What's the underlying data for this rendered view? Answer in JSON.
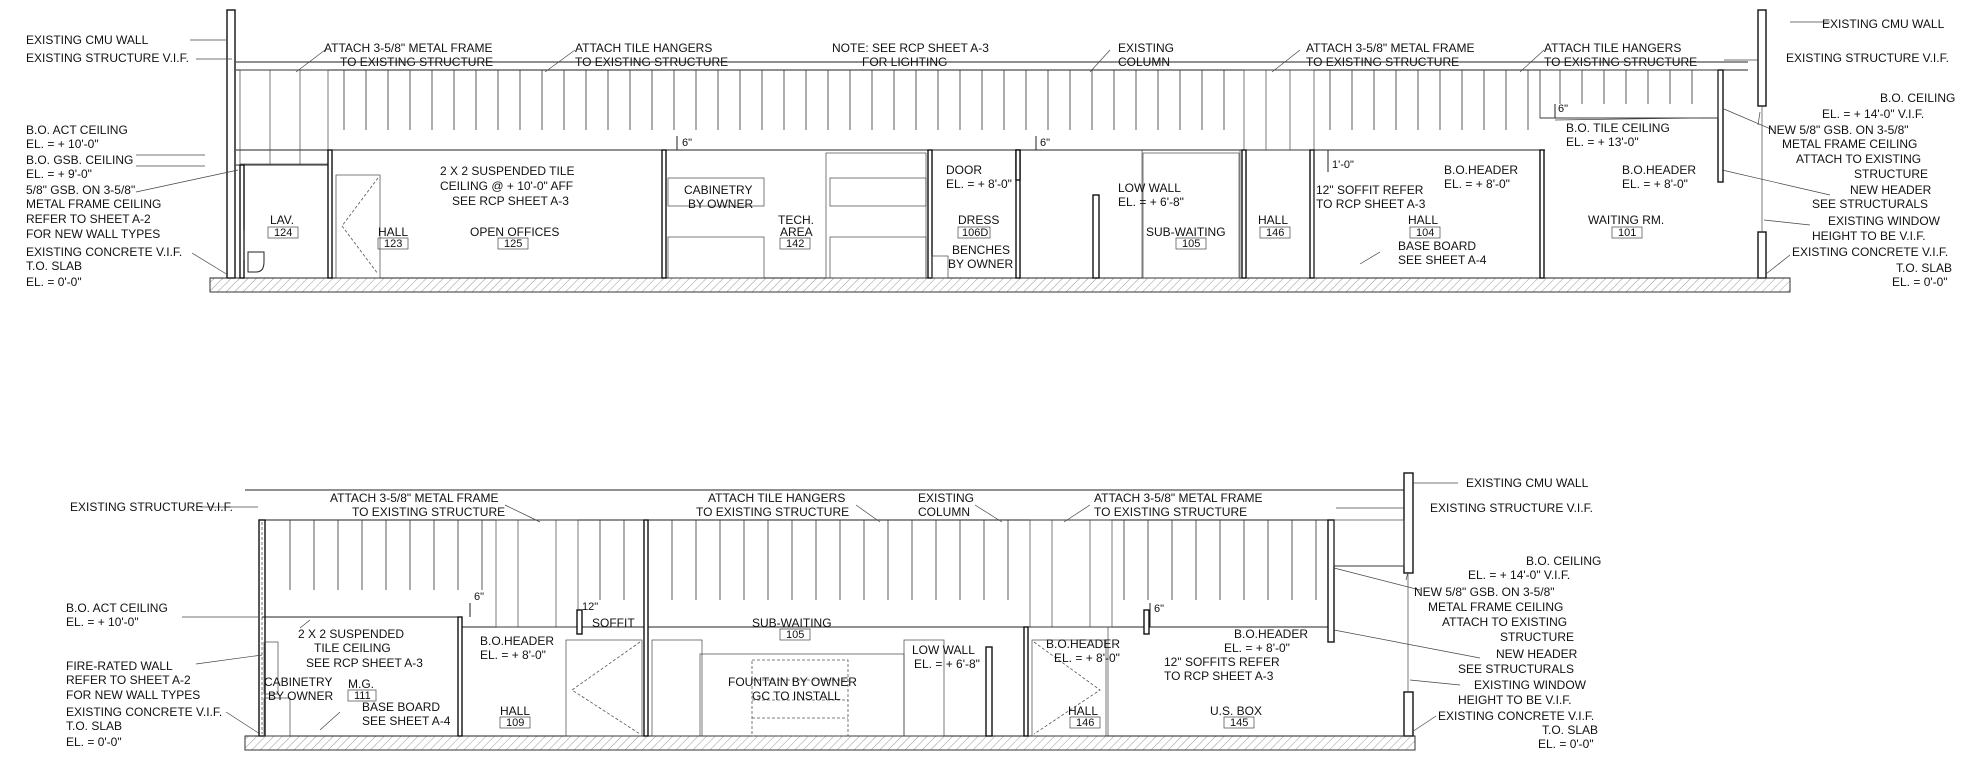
{
  "elevation_1": {
    "notes": {
      "cmu_wall_left": "EXISTING CMU WALL",
      "structure_left": "EXISTING STRUCTURE V.I.F.",
      "act_ceiling_1": "B.O. ACT CEILING",
      "act_ceiling_2": "EL. = + 10'-0\"",
      "gsb_ceiling_1": "B.O. GSB. CEILING",
      "gsb_ceiling_2": "EL. = + 9'-0\"",
      "gsb_ceiling_3": "5/8\" GSB. ON 3-5/8\"",
      "gsb_ceiling_4": "METAL FRAME CEILING",
      "gsb_ceiling_5": "REFER TO SHEET A-2",
      "gsb_ceiling_6": "FOR NEW WALL TYPES",
      "concrete_left": "EXISTING CONCRETE V.I.F.",
      "slab_left_1": "T.O. SLAB",
      "slab_left_2": "EL. = 0'-0\"",
      "attach_frame_a_1": "ATTACH 3-5/8\" METAL FRAME",
      "attach_frame_a_2": "TO EXISTING STRUCTURE",
      "attach_tile_a_1": "ATTACH TILE HANGERS",
      "attach_tile_a_2": "TO EXISTING STRUCTURE",
      "note_rcp_1": "NOTE: SEE RCP SHEET A-3",
      "note_rcp_2": "FOR LIGHTING",
      "column_1": "EXISTING",
      "column_2": "COLUMN",
      "attach_frame_b_1": "ATTACH 3-5/8\" METAL FRAME",
      "attach_frame_b_2": "TO EXISTING STRUCTURE",
      "attach_tile_b_1": "ATTACH TILE HANGERS",
      "attach_tile_b_2": "TO EXISTING STRUCTURE",
      "susp_1": "2 X 2 SUSPENDED TILE",
      "susp_2": "CEILING @ + 10'-0\" AFF",
      "susp_3": "SEE RCP SHEET A-3",
      "cabinetry_1": "CABINETRY",
      "cabinetry_2": "BY OWNER",
      "door_1": "DOOR",
      "door_2": "EL. = + 8'-0\"",
      "benches_1": "BENCHES",
      "benches_2": "BY OWNER",
      "low_wall_1": "LOW WALL",
      "low_wall_2": "EL. = + 6'-8\"",
      "soffit_1": "12\" SOFFIT REFER",
      "soffit_2": "TO RCP SHEET A-3",
      "header_a_1": "B.O.HEADER",
      "header_a_2": "EL. = + 8'-0\"",
      "tile_ceiling_1": "B.O. TILE CEILING",
      "tile_ceiling_2": "EL. = + 13'-0\"",
      "header_b_1": "B.O.HEADER",
      "header_b_2": "EL. = + 8'-0\"",
      "baseboard_1": "BASE BOARD",
      "baseboard_2": "SEE SHEET A-4",
      "cmu_wall_right": "EXISTING CMU WALL",
      "structure_right": "EXISTING STRUCTURE V.I.F.",
      "bo_ceiling_1": "B.O. CEILING",
      "bo_ceiling_2": "EL. = + 14'-0\" V.I.F.",
      "new_gsb_1": "NEW 5/8\" GSB. ON 3-5/8\"",
      "new_gsb_2": "METAL FRAME CEILING",
      "new_gsb_3": "ATTACH TO EXISTING",
      "new_gsb_4": "STRUCTURE",
      "new_header_1": "NEW HEADER",
      "new_header_2": "SEE STRUCTURALS",
      "window_1": "EXISTING WINDOW",
      "window_2": "HEIGHT TO BE V.I.F.",
      "concrete_right": "EXISTING CONCRETE V.I.F.",
      "slab_right_1": "T.O. SLAB",
      "slab_right_2": "EL. = 0'-0\"",
      "dim_6_a": "6\"",
      "dim_6_b": "6\"",
      "dim_1_0": "1'-0\"",
      "dim_6_c": "6\""
    },
    "rooms": [
      {
        "name": "LAV.",
        "number": "124"
      },
      {
        "name": "HALL",
        "number": "123"
      },
      {
        "name": "OPEN OFFICES",
        "number": "125"
      },
      {
        "name": "TECH.",
        "name2": "AREA",
        "number": "142"
      },
      {
        "name": "DRESS",
        "number": "106D"
      },
      {
        "name": "SUB-WAITING",
        "number": "105"
      },
      {
        "name": "HALL",
        "number": "146"
      },
      {
        "name": "HALL",
        "number": "104"
      },
      {
        "name": "WAITING RM.",
        "number": "101"
      }
    ]
  },
  "elevation_2": {
    "notes": {
      "structure_left": "EXISTING STRUCTURE V.I.F.",
      "act_ceiling_1": "B.O. ACT CEILING",
      "act_ceiling_2": "EL. = + 10'-0\"",
      "fire_1": "FIRE-RATED WALL",
      "fire_2": "REFER TO SHEET A-2",
      "fire_3": "FOR NEW WALL TYPES",
      "concrete_left": "EXISTING CONCRETE V.I.F.",
      "slab_left_1": "T.O. SLAB",
      "slab_left_2": "EL. = 0'-0\"",
      "attach_frame_a_1": "ATTACH 3-5/8\" METAL FRAME",
      "attach_frame_a_2": "TO EXISTING STRUCTURE",
      "attach_tile_1": "ATTACH TILE HANGERS",
      "attach_tile_2": "TO EXISTING STRUCTURE",
      "column_1": "EXISTING",
      "column_2": "COLUMN",
      "attach_frame_b_1": "ATTACH 3-5/8\" METAL FRAME",
      "attach_frame_b_2": "TO EXISTING STRUCTURE",
      "susp_1": "2 X 2 SUSPENDED",
      "susp_2": "TILE CEILING",
      "susp_3": "SEE RCP SHEET A-3",
      "cabinetry_1": "CABINETRY",
      "cabinetry_2": "BY OWNER",
      "baseboard_1": "BASE BOARD",
      "baseboard_2": "SEE SHEET A-4",
      "header_a_1": "B.O.HEADER",
      "header_a_2": "EL. = + 8'-0\"",
      "soffit_dim": "12\"",
      "soffit": "SOFFIT",
      "fountain_1": "FOUNTAIN BY OWNER",
      "fountain_2": "GC TO INSTALL",
      "low_wall_1": "LOW WALL",
      "low_wall_2": "EL. = + 6'-8\"",
      "header_b_1": "B.O.HEADER",
      "header_b_2": "EL. = + 8'-0\"",
      "soffits_1": "12\" SOFFITS REFER",
      "soffits_2": "TO RCP SHEET A-3",
      "header_c_1": "B.O.HEADER",
      "header_c_2": "EL. = + 8'-0\"",
      "cmu_wall_right": "EXISTING CMU WALL",
      "structure_right": "EXISTING STRUCTURE V.I.F.",
      "bo_ceiling_1": "B.O. CEILING",
      "bo_ceiling_2": "EL. = + 14'-0\" V.I.F.",
      "new_gsb_1": "NEW 5/8\" GSB. ON 3-5/8\"",
      "new_gsb_2": "METAL FRAME CEILING",
      "new_gsb_3": "ATTACH TO EXISTING",
      "new_gsb_4": "STRUCTURE",
      "new_header_1": "NEW HEADER",
      "new_header_2": "SEE STRUCTURALS",
      "window_1": "EXISTING WINDOW",
      "window_2": "HEIGHT TO BE V.I.F.",
      "concrete_right": "EXISTING CONCRETE V.I.F.",
      "slab_right_1": "T.O. SLAB",
      "slab_right_2": "EL. = 0'-0\"",
      "dim_6_a": "6\"",
      "dim_6_b": "6\""
    },
    "rooms": [
      {
        "name": "M.G.",
        "number": "111"
      },
      {
        "name": "HALL",
        "number": "109"
      },
      {
        "name": "SUB-WAITING",
        "number": "105"
      },
      {
        "name": "HALL",
        "number": "146"
      },
      {
        "name": "U.S. BOX",
        "number": "145"
      }
    ]
  }
}
